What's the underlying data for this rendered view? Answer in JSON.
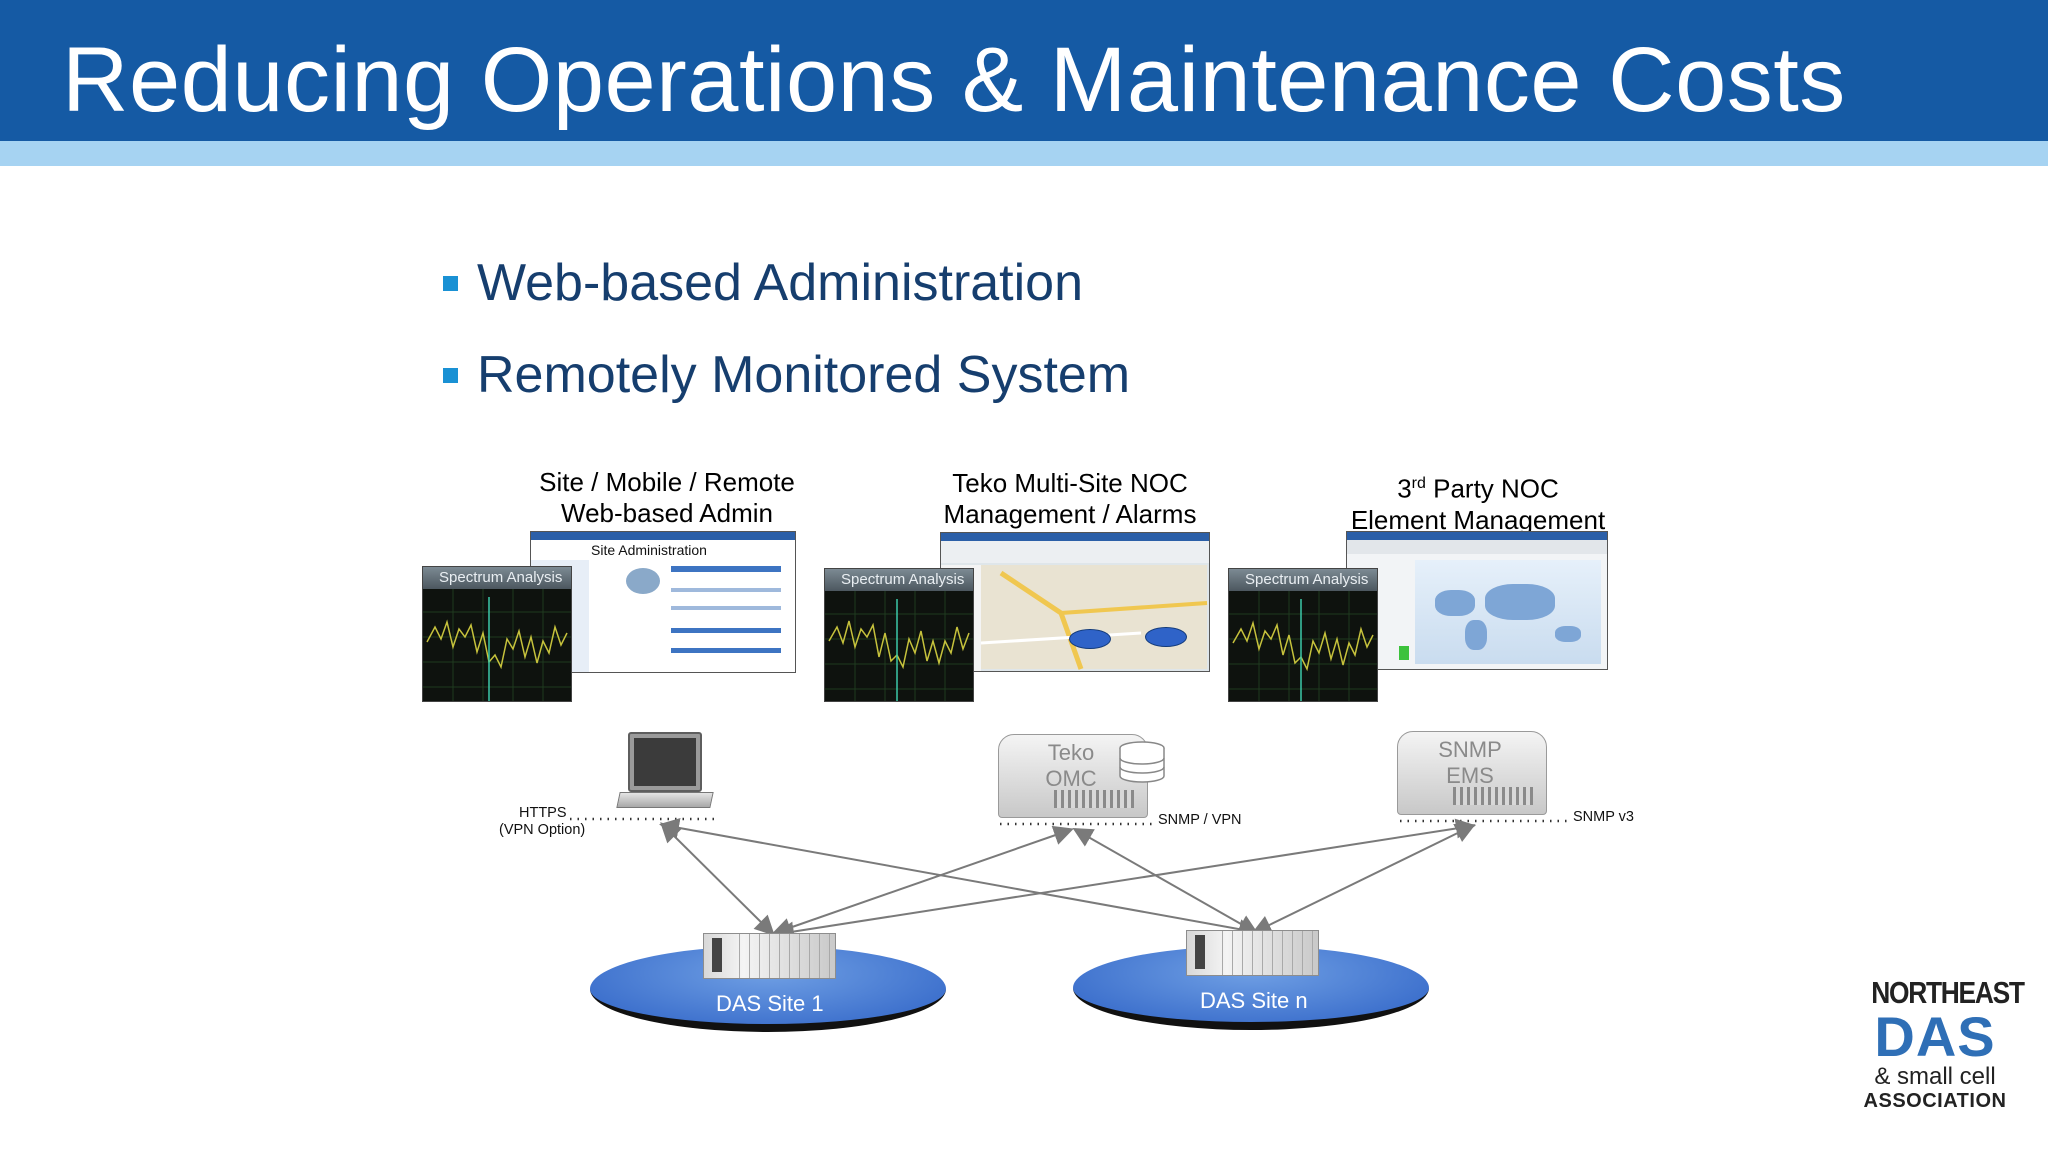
{
  "slide": {
    "title": "Reducing Operations & Maintenance Costs",
    "bullets": [
      "Web-based Administration",
      "Remotely Monitored System"
    ]
  },
  "diagram": {
    "groups": [
      {
        "caption_line1": "Site / Mobile / Remote",
        "caption_line2": "Web-based Admin",
        "window_title": "Site Administration",
        "spectrum_label": "Spectrum Analysis"
      },
      {
        "caption_line1": "Teko Multi-Site NOC",
        "caption_line2": "Management / Alarms",
        "spectrum_label": "Spectrum Analysis"
      },
      {
        "caption_line1_pre": "3",
        "caption_line1_sup": "rd",
        "caption_line1_post": " Party NOC",
        "caption_line2": "Element Management",
        "spectrum_label": "Spectrum Analysis"
      }
    ],
    "servers": [
      {
        "line1": "Teko",
        "line2": "OMC",
        "link_label": "SNMP / VPN"
      },
      {
        "line1": "SNMP",
        "line2": "EMS",
        "link_label": "SNMP v3"
      }
    ],
    "laptop": {
      "link_label_line1": "HTTPS",
      "link_label_line2": "(VPN Option)"
    },
    "sites": [
      "DAS Site 1",
      "DAS Site n"
    ]
  },
  "logo": {
    "line1": "NORTHEAST",
    "line2": "DAS",
    "line3": "& small cell",
    "line4": "ASSOCIATION"
  },
  "colors": {
    "title_bar": "#155aa4",
    "title_stripe": "#a6d3f2",
    "bullet_text": "#163e6e",
    "bullet_marker": "#1a91d4",
    "disk": "#3c78cf",
    "logo_dark": "#222222",
    "logo_blue": "#2f6fb6"
  }
}
